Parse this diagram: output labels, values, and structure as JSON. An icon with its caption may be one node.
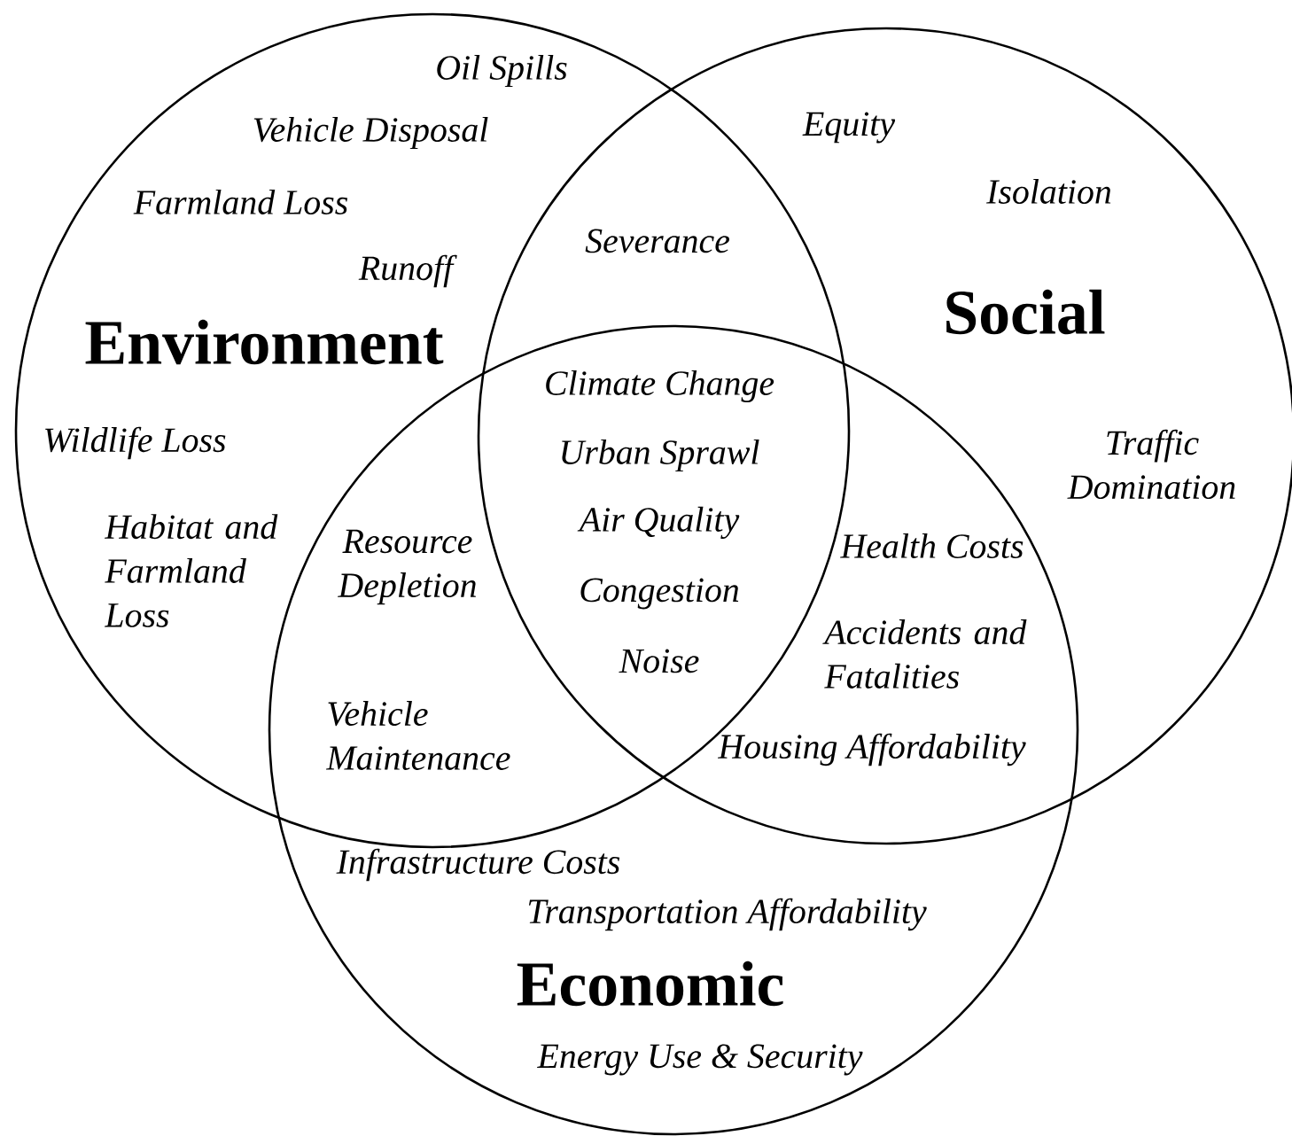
{
  "diagram": {
    "nodes": [
      {
        "text": [
          "Environment"
        ]
      },
      {
        "text": [
          "Social"
        ]
      },
      {
        "text": [
          "Economic"
        ]
      }
    ],
    "labels": [
      "Oil Spills",
      "Equity",
      "Vehicle Disposal",
      "Isolation",
      "Farmland Loss",
      "Severance",
      "Runoff",
      "Climate Change",
      "Wildlife Loss",
      "Urban Sprawl",
      "Traffic Domination",
      "Air Quality",
      "Habitat and Farmland Loss",
      "Resource Depletion",
      "Health Costs",
      "Congestion",
      "Accidents and Fatalities",
      "Noise",
      "Vehicle Maintenance",
      "Housing Affordability",
      "Infrastructure Costs",
      "Transportation Affordability",
      "Energy Use & Security"
    ]
  }
}
